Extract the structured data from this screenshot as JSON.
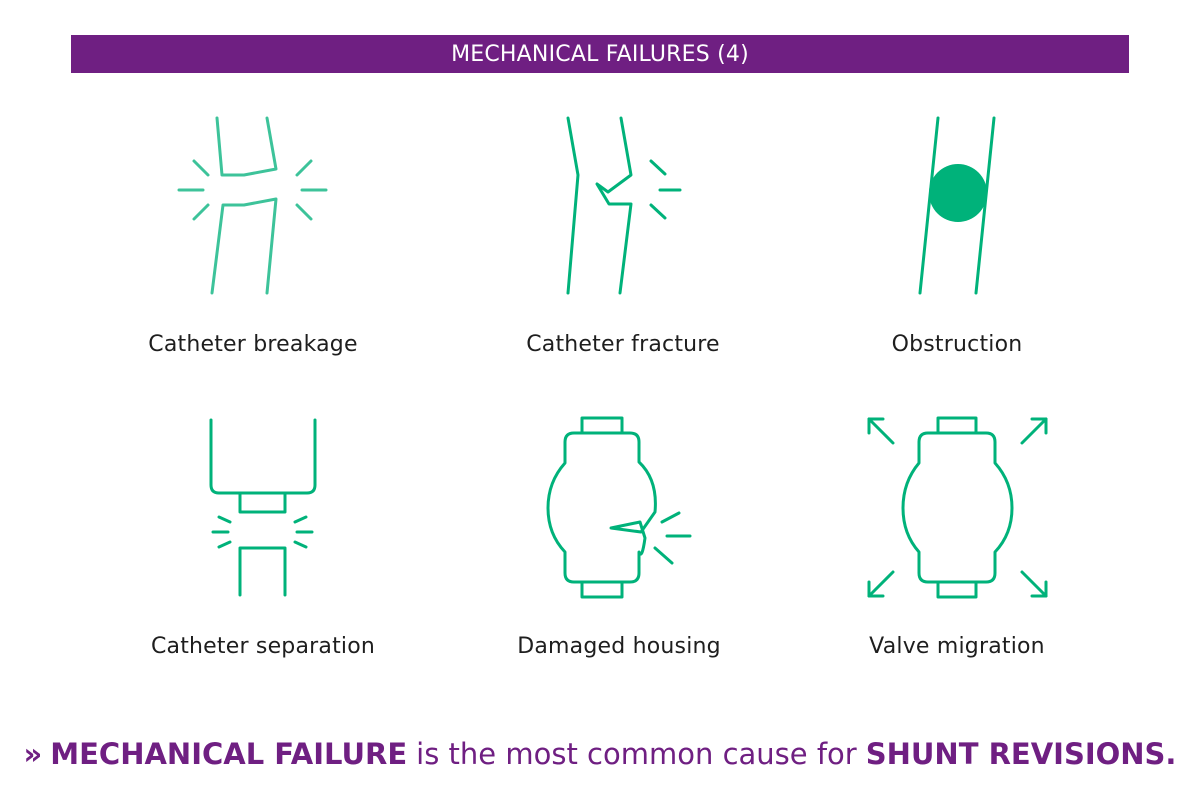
{
  "banner": {
    "title": "MECHANICAL FAILURES (4)"
  },
  "colors": {
    "banner_bg": "#6f1f82",
    "icon_green": "#00b27a",
    "icon_light_green": "#3dc39a",
    "text_dark": "#1e1e1e",
    "footer_text": "#6f1f82"
  },
  "items": [
    {
      "label": "Catheter breakage",
      "icon": "catheter-breakage-icon"
    },
    {
      "label": "Catheter fracture",
      "icon": "catheter-fracture-icon"
    },
    {
      "label": "Obstruction",
      "icon": "obstruction-icon"
    },
    {
      "label": "Catheter separation",
      "icon": "catheter-separation-icon"
    },
    {
      "label": "Damaged housing",
      "icon": "damaged-housing-icon"
    },
    {
      "label": "Valve migration",
      "icon": "valve-migration-icon"
    }
  ],
  "footer": {
    "chevron": "»",
    "bold_lead": "MECHANICAL FAILURE",
    "regular": "is the most common cause for",
    "bold_tail": "SHUNT REVISIONS."
  }
}
